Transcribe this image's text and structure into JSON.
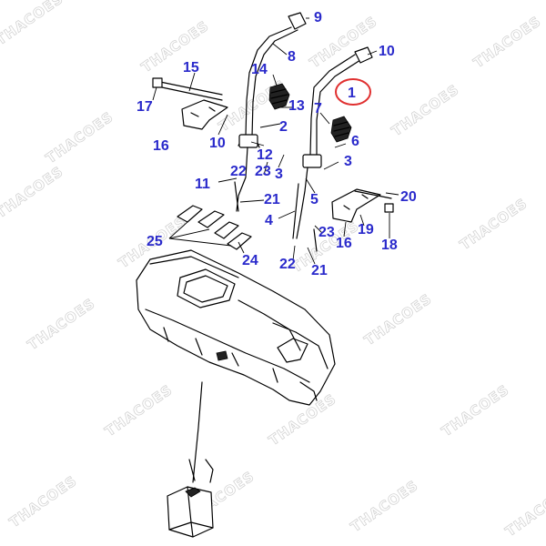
{
  "diagram": {
    "labels": [
      "1",
      "2",
      "3",
      "3",
      "4",
      "5",
      "6",
      "7",
      "8",
      "9",
      "10",
      "10",
      "11",
      "12",
      "13",
      "14",
      "15",
      "16",
      "16",
      "17",
      "18",
      "19",
      "20",
      "21",
      "21",
      "22",
      "22",
      "23",
      "23",
      "24",
      "25"
    ],
    "highlight_color": "#e03030",
    "label_color": "#2a2acb"
  },
  "watermark": {
    "text": "THACOES"
  }
}
